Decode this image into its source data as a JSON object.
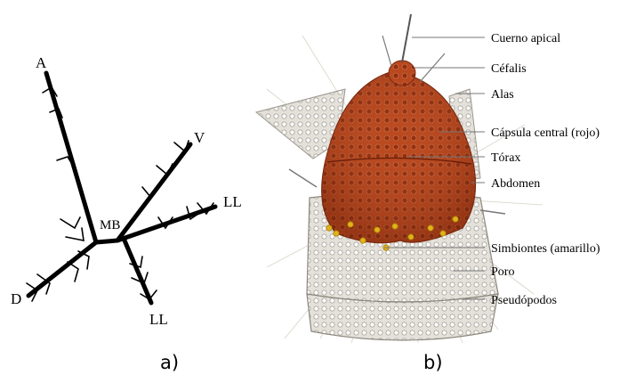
{
  "panel_a": {
    "caption": "a)",
    "labels": {
      "a": "A",
      "v": "V",
      "ll_right": "LL",
      "mb": "MB",
      "d": "D",
      "ll_bottom": "LL"
    }
  },
  "panel_b": {
    "caption": "b)",
    "annotations": [
      "Cuerno apical",
      "Céfalis",
      "Alas",
      "Cápsula central (rojo)",
      "Tórax",
      "Abdomen",
      "Simbiontes (amarillo)",
      "Poro",
      "Pseudópodos"
    ]
  },
  "colors": {
    "capsule_red": "#b9481f",
    "symbiont_yellow": "#e0b21c",
    "shell_grey": "#d9d6cf"
  }
}
